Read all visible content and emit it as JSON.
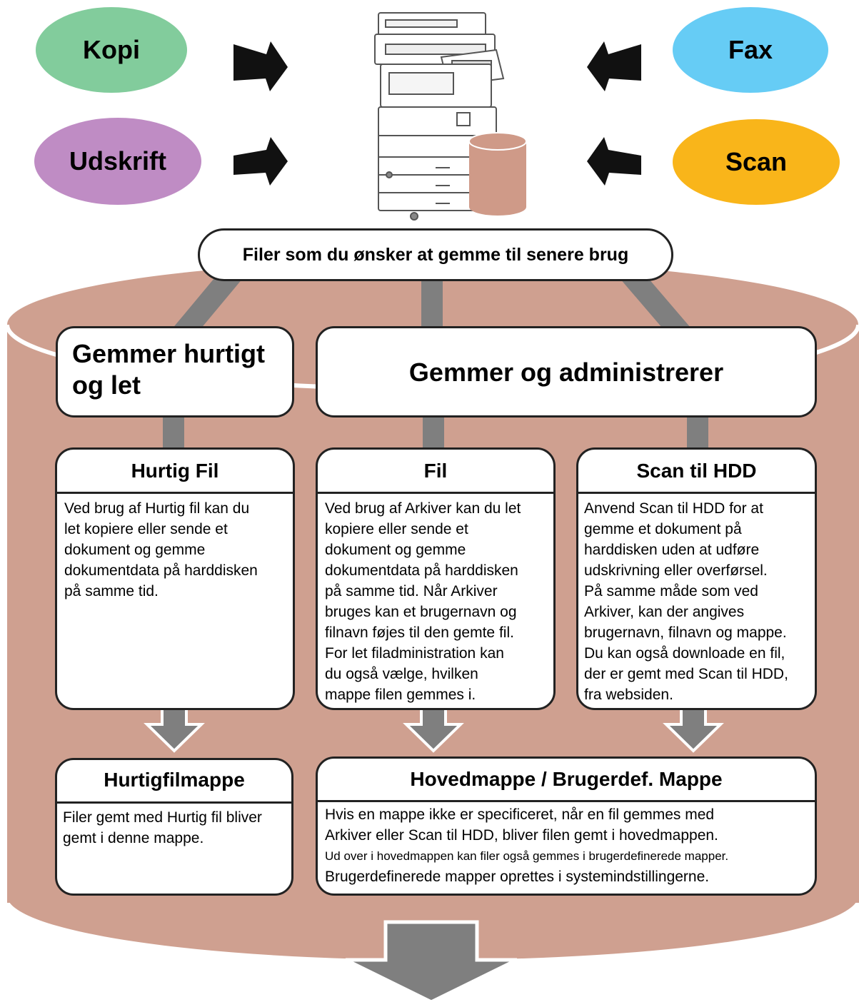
{
  "sources": {
    "copy": {
      "label": "Kopi",
      "color": "#82cc9c"
    },
    "print": {
      "label": "Udskrift",
      "color": "#bf8cc4"
    },
    "fax": {
      "label": "Fax",
      "color": "#66ccf5"
    },
    "scan": {
      "label": "Scan",
      "color": "#f9b51a"
    }
  },
  "colors": {
    "cylinder": "#cfa090",
    "connector": "#7f7f7f",
    "arrow": "#111111",
    "db": "#cf9a88"
  },
  "files_label": "Filer som du ønsker at gemme til senere brug",
  "groups": {
    "quick": "Gemmer hurtigt og let",
    "managed": "Gemmer og administrerer"
  },
  "modes": {
    "quick_file": {
      "title": "Hurtig Fil",
      "lines": [
        "Ved brug af Hurtig fil kan du",
        "let kopiere eller sende et",
        "dokument og gemme",
        "dokumentdata på harddisken",
        "på samme tid."
      ]
    },
    "file": {
      "title": "Fil",
      "lines": [
        "Ved brug af Arkiver kan du let",
        "kopiere eller sende et",
        "dokument og gemme",
        "dokumentdata på harddisken",
        "på samme tid. Når Arkiver",
        "bruges kan et brugernavn og",
        "filnavn føjes til den gemte fil.",
        "For let filadministration kan",
        "du også vælge, hvilken",
        "mappe filen gemmes i."
      ]
    },
    "scan_hdd": {
      "title": "Scan til HDD",
      "lines": [
        "Anvend Scan til HDD for at",
        "gemme et dokument på",
        "harddisken uden at udføre",
        "udskrivning eller overførsel.",
        "På samme måde som ved",
        "Arkiver, kan der angives",
        "brugernavn, filnavn og mappe.",
        "Du kan også downloade en fil,",
        "der er gemt med Scan til HDD,",
        "fra websiden."
      ]
    }
  },
  "folders": {
    "quick": {
      "title": "Hurtigfilmappe",
      "lines": [
        "Filer gemt med Hurtig fil bliver",
        "gemt i denne mappe."
      ]
    },
    "main": {
      "title": "Hovedmappe / Brugerdef. Mappe",
      "lines": [
        "Hvis en mappe ikke er specificeret, når en fil gemmes med",
        "Arkiver eller Scan til HDD, bliver filen gemt i hovedmappen."
      ],
      "small_line": "Ud over i hovedmappen kan filer også gemmes i brugerdefinerede mapper.",
      "last_line": "Brugerdefinerede mapper oprettes i systemindstillingerne."
    }
  }
}
